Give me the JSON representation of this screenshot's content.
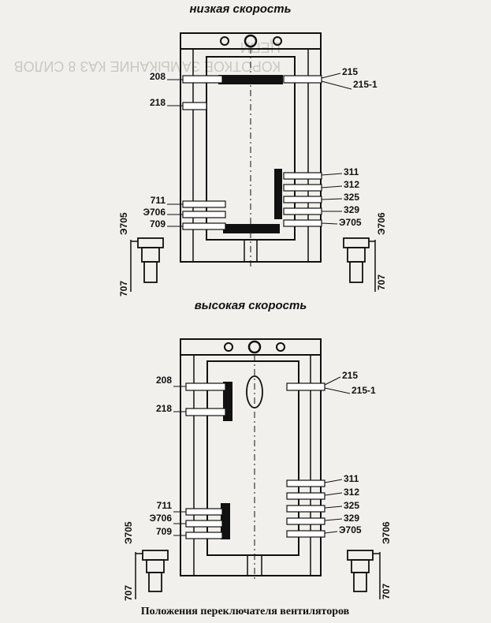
{
  "background": {
    "bleed_heading": "КОРОТКОЕ ЗАМЫКАНИЕ КАЗ 8 СИЛОВ",
    "bleed_heading2": "ЦЕПИ"
  },
  "panels": {
    "low_speed": {
      "title": "низкая скорость",
      "left_labels": [
        "208",
        "218",
        "711",
        "Э706",
        "709"
      ],
      "right_labels": [
        "215",
        "215-1",
        "311",
        "312",
        "325",
        "329",
        "Э705"
      ],
      "left_vertical": "Э705",
      "left_vertical_bottom": "707",
      "right_vertical": "Э706",
      "right_vertical_bottom": "707"
    },
    "high_speed": {
      "title": "высокая скорость",
      "left_labels": [
        "208",
        "218",
        "711",
        "Э706",
        "709"
      ],
      "right_labels": [
        "215",
        "215-1",
        "311",
        "312",
        "325",
        "329",
        "Э705"
      ],
      "left_vertical": "Э705",
      "left_vertical_bottom": "707",
      "right_vertical": "Э706",
      "right_vertical_bottom": "707"
    }
  },
  "caption": "Положения переключателя вентиляторов"
}
